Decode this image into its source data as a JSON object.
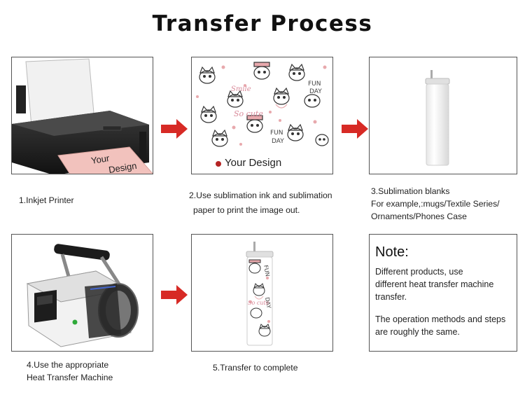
{
  "title": "Transfer Process",
  "steps": {
    "printer": {
      "caption": "1.Inkjet Printer",
      "paper_text": [
        "Your",
        "Design"
      ]
    },
    "paper": {
      "caption": [
        "2.Use sublimation ink and sublimation",
        "paper to print the image out."
      ],
      "label": "Your Design",
      "motifs": [
        "FUN",
        "DAY",
        "So cute",
        "Smile"
      ]
    },
    "blanks": {
      "caption": [
        "3.Sublimation blanks",
        "For example,:mugs/Textile Series/",
        "Ornaments/Phones Case"
      ]
    },
    "machine": {
      "caption": [
        "4.Use the appropriate",
        "Heat Transfer Machine"
      ]
    },
    "complete": {
      "caption": "5.Transfer to complete"
    }
  },
  "note": {
    "heading": "Note:",
    "lines": [
      "Different products, use",
      "different heat transfer machine",
      "transfer."
    ],
    "lines2": [
      "The operation methods and steps",
      "are roughly the same."
    ]
  },
  "colors": {
    "arrow": "#d72a25",
    "accent_pink": "#e8a9ad",
    "dot": "#b52424"
  },
  "icons": [
    "right-arrow-icon",
    "printer-icon",
    "tumbler-icon",
    "heat-press-icon",
    "cat-pattern"
  ]
}
